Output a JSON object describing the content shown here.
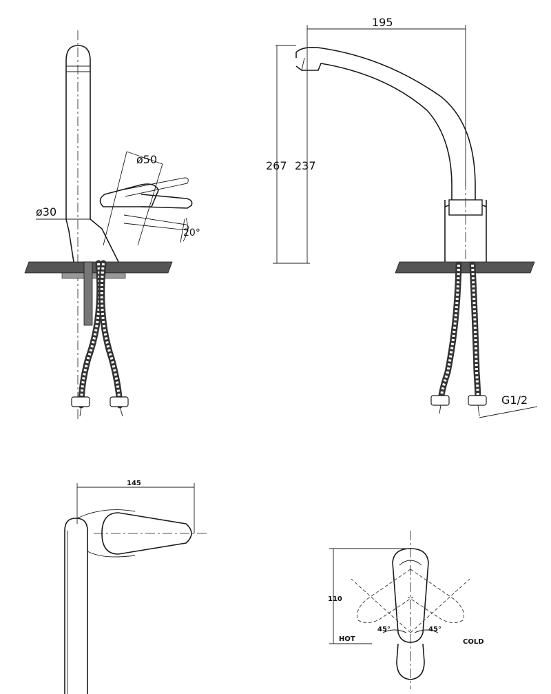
{
  "side_view": {
    "pillar_diameter": "ø30",
    "handle_diameter": "ø50",
    "handle_angle": "20°"
  },
  "front_view": {
    "width": "195",
    "overall_height": "267",
    "spout_height": "237",
    "connection_thread": "G1/2"
  },
  "top_view": {
    "spout_reach": "145"
  },
  "handle_view": {
    "height": "110",
    "hot_label": "HOT",
    "cold_label": "COLD",
    "hot_angle": "45°",
    "cold_angle": "45°"
  }
}
